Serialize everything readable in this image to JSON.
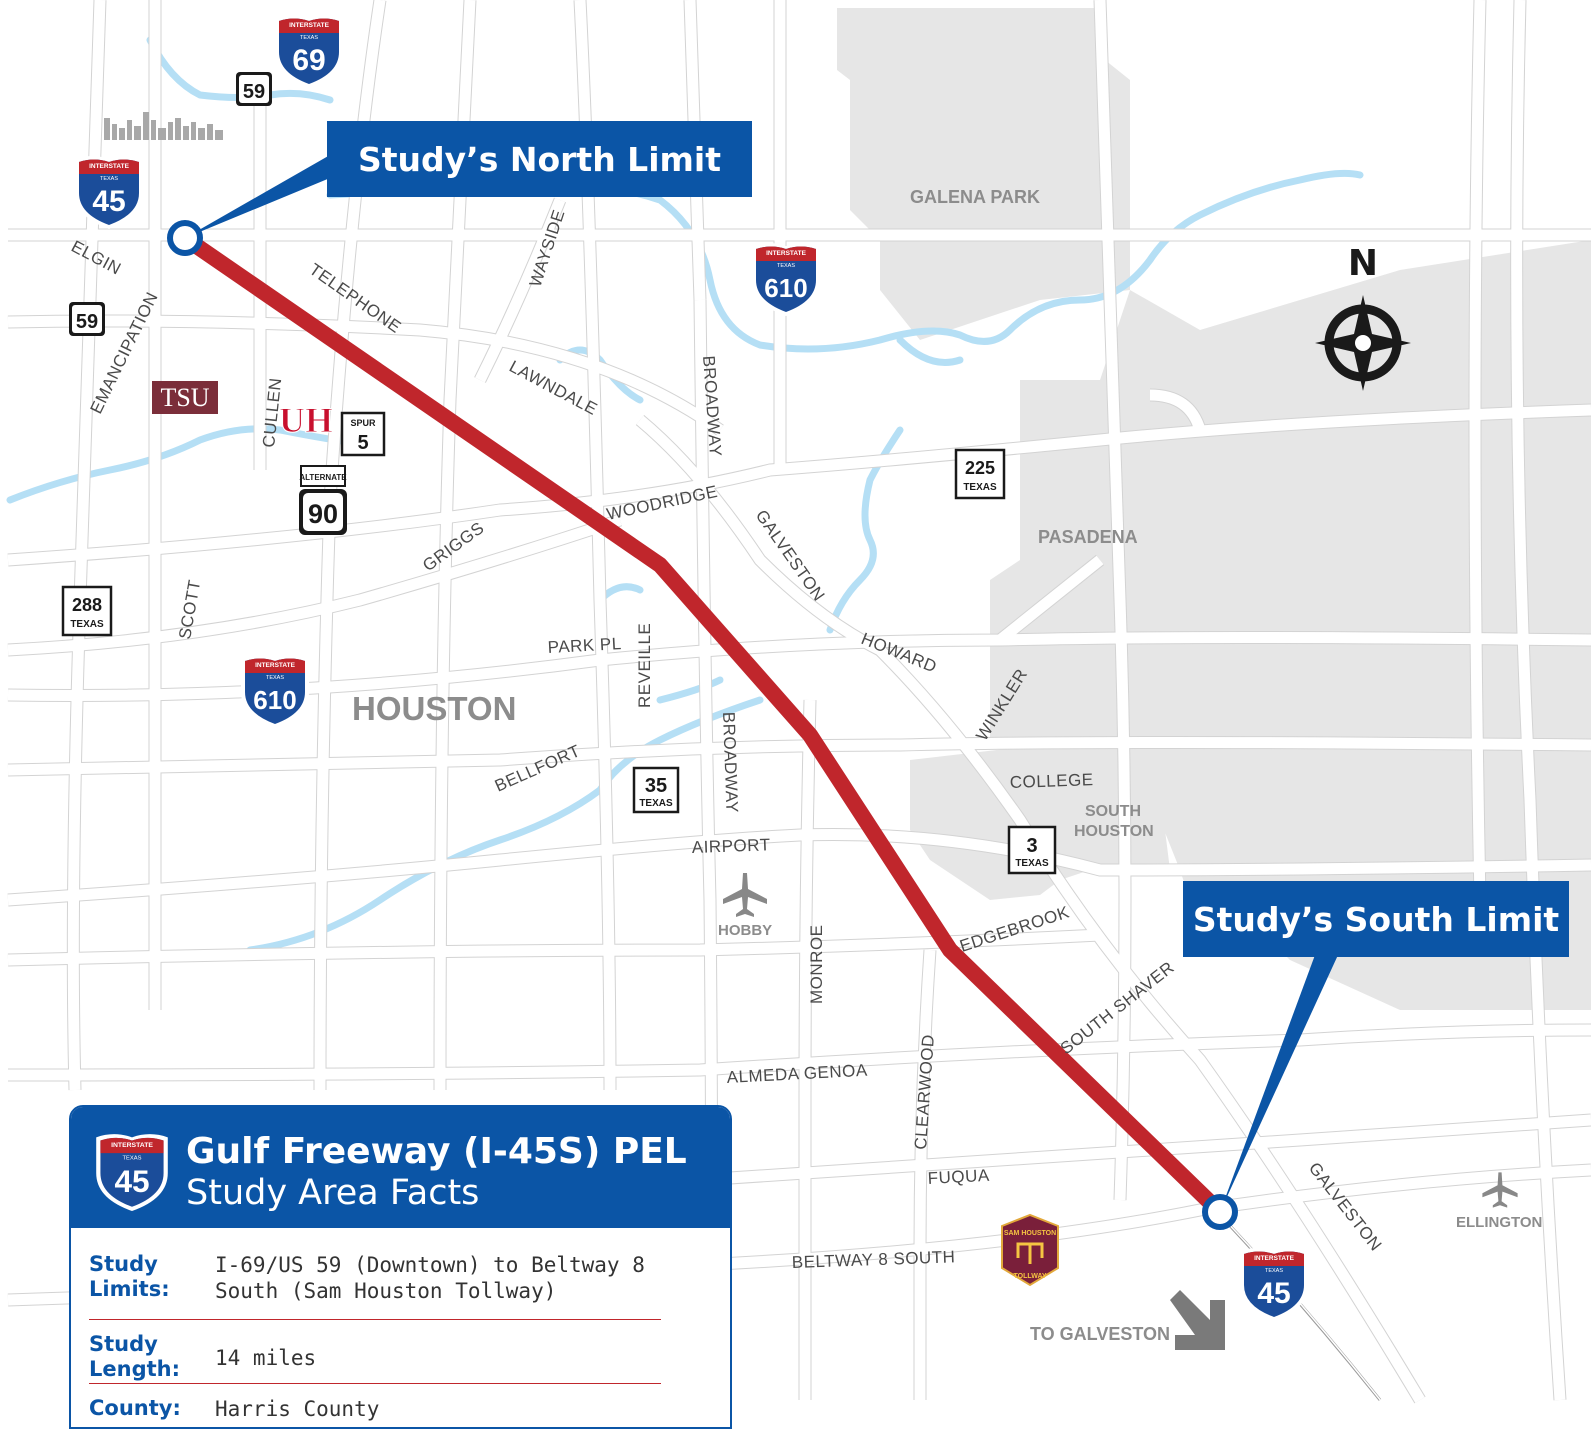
{
  "callouts": {
    "north": "Study’s North Limit",
    "south": "Study’s South Limit"
  },
  "compass": {
    "label": "N",
    "icon": "compass-rose-icon"
  },
  "places": {
    "houston": "HOUSTON",
    "galena_park": "GALENA PARK",
    "pasadena": "PASADENA",
    "south_houston_1": "SOUTH",
    "south_houston_2": "HOUSTON",
    "to_galveston": "TO GALVESTON",
    "hobby": "HOBBY",
    "ellington": "ELLINGTON",
    "tsu": "TSU",
    "uh": "UH"
  },
  "streets": {
    "elgin": "ELGIN",
    "emancipation": "EMANCIPATION",
    "telephone": "TELEPHONE",
    "wayside": "WAYSIDE",
    "lawndale": "LAWNDALE",
    "broadway_north": "BROADWAY",
    "broadway_south": "BROADWAY",
    "cullen": "CULLEN",
    "woodridge": "WOODRIDGE",
    "galveston_north": "GALVESTON",
    "griggs": "GRIGGS",
    "scott": "SCOTT",
    "park_pl": "PARK PL",
    "reveille": "REVEILLE",
    "howard": "HOWARD",
    "winkler": "WINKLER",
    "bellfort": "BELLFORT",
    "college": "COLLEGE",
    "airport": "AIRPORT",
    "monroe": "MONROE",
    "edgebrook": "EDGEBROOK",
    "south_shaver": "SOUTH SHAVER",
    "almeda_genoa": "ALMEDA GENOA",
    "clearwood": "CLEARWOOD",
    "fuqua": "FUQUA",
    "beltway_8_south": "BELTWAY 8 SOUTH",
    "galveston_south": "GALVESTON"
  },
  "shields": {
    "interstate_word": "INTERSTATE",
    "texas_word": "TEXAS",
    "i69": "69",
    "i45": "45",
    "i610": "610",
    "us59": "59",
    "spur_word": "SPUR",
    "spur5": "5",
    "alternate_word": "ALTERNATE",
    "us90": "90",
    "sh225": "225",
    "sh288": "288",
    "sh35": "35",
    "sh3": "3",
    "sam_houston_top": "SAM HOUSTON",
    "sam_houston_bottom": "TOLLWAY"
  },
  "facts": {
    "title": "Gulf Freeway (I-45S) PEL",
    "subtitle": "Study Area Facts",
    "rows": [
      {
        "label": "Study Limits:",
        "value": "I-69/US 59 (Downtown) to Beltway 8 South (Sam Houston Tollway)"
      },
      {
        "label": "Study Length:",
        "value": "14 miles"
      },
      {
        "label": "County:",
        "value": "Harris County"
      }
    ]
  },
  "colors": {
    "study_route": "#c0262c",
    "callout": "#0b55a6",
    "water": "#b5dff5",
    "municipal_area": "#e6e6e6",
    "road": "#ffffff"
  }
}
